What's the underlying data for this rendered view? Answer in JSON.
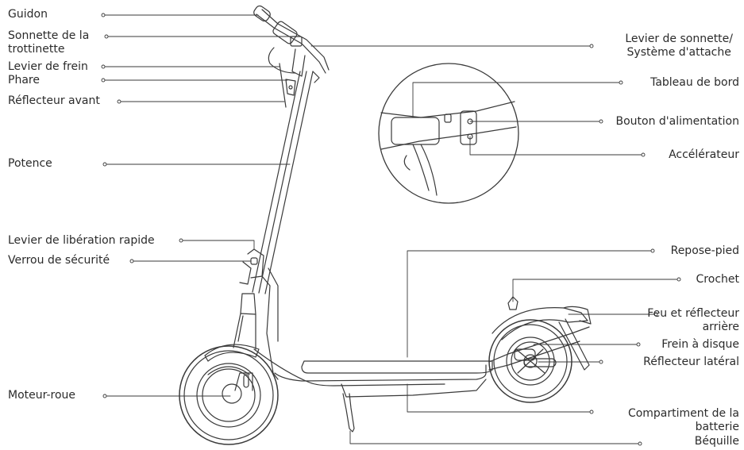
{
  "labels": {
    "guidon": "Guidon",
    "sonnette_1": "Sonnette de la",
    "sonnette_2": "trottinette",
    "levier_frein": "Levier de frein",
    "phare": "Phare",
    "reflecteur_avant": "Réflecteur avant",
    "potence": "Potence",
    "levier_liberation": "Levier de libération rapide",
    "verrou": "Verrou de sécurité",
    "moteur_roue": "Moteur-roue",
    "levier_sonnette_1": "Levier de sonnette/",
    "levier_sonnette_2": "Système d'attache",
    "tableau_bord": "Tableau de bord",
    "bouton_alim": "Bouton d'alimentation",
    "accelerateur": "Accélérateur",
    "repose_pied": "Repose-pied",
    "crochet": "Crochet",
    "feu_1": "Feu et réflecteur",
    "feu_2": "arrière",
    "frein_disque": "Frein à disque",
    "reflecteur_lateral": "Réflecteur latéral",
    "compartiment_1": "Compartiment de la",
    "compartiment_2": "batterie",
    "bequille": "Béquille"
  },
  "colors": {
    "line": "#3a3a3a",
    "text": "#2b2b2b"
  }
}
